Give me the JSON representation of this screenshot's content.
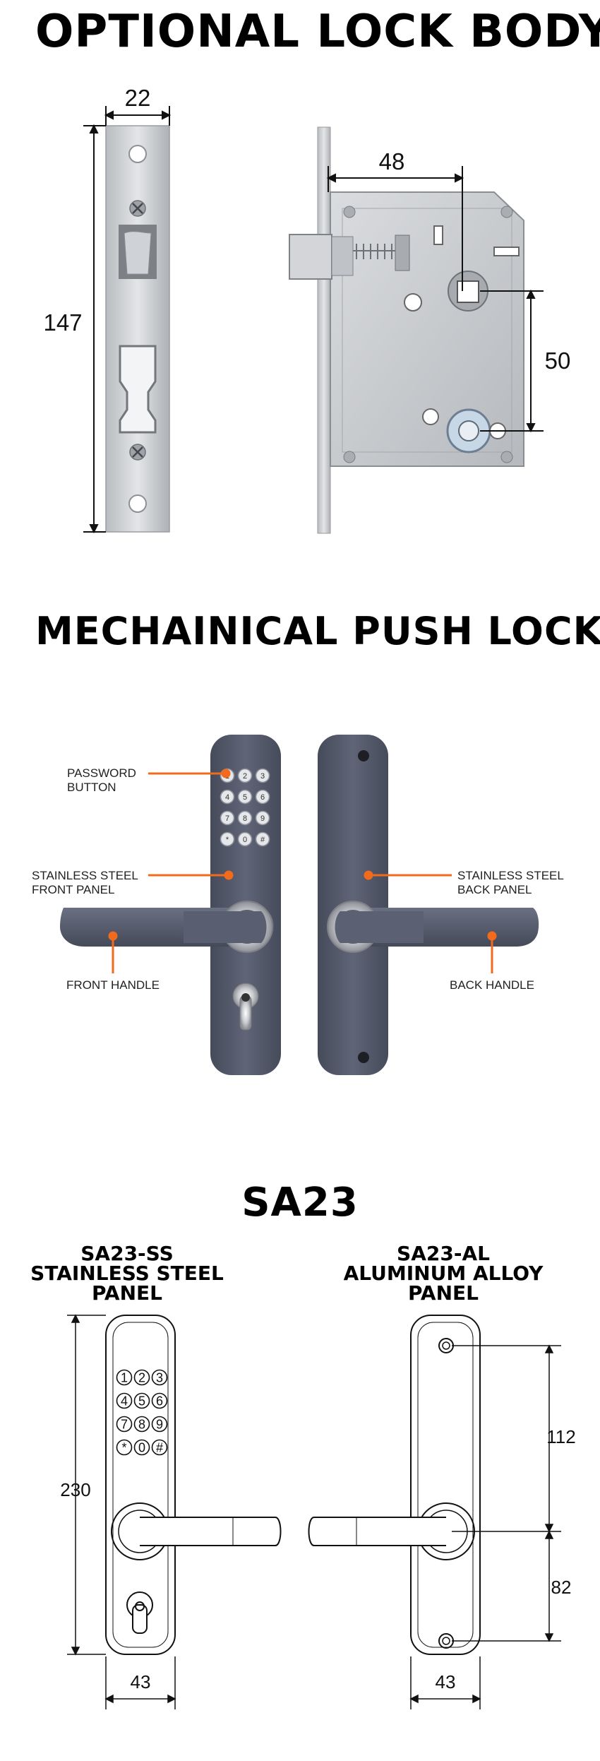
{
  "headings": {
    "lock_body": "OPTIONAL LOCK BODY",
    "push_lock": "MECHAINICAL PUSH LOCK",
    "model": "SA23"
  },
  "lock_body": {
    "dim_faceplate_width": "22",
    "dim_faceplate_height": "147",
    "dim_backset": "48",
    "dim_center_distance": "50"
  },
  "push_lock": {
    "callouts": {
      "password_button": [
        "PASSWORD",
        "BUTTON"
      ],
      "front_panel": [
        "STAINLESS STEEL",
        "FRONT PANEL"
      ],
      "back_panel": [
        "STAINLESS STEEL",
        "BACK PANEL"
      ],
      "front_handle": "FRONT HANDLE",
      "back_handle": "BACK HANDLE"
    },
    "keypad": [
      "1",
      "2",
      "3",
      "4",
      "5",
      "6",
      "7",
      "8",
      "9",
      "*",
      "0",
      "#"
    ],
    "colors": {
      "panel": "#545a6b",
      "callout": "#f26a1b",
      "chrome": "#c7c9cd"
    }
  },
  "sa23": {
    "ss": {
      "lines": [
        "SA23-SS",
        "STAINLESS STEEL",
        "PANEL"
      ]
    },
    "al": {
      "lines": [
        "SA23-AL",
        "ALUMINUM ALLOY",
        "PANEL"
      ]
    },
    "dims": {
      "height": "230",
      "width_left": "43",
      "width_right": "43",
      "upper": "112",
      "lower": "82"
    }
  }
}
